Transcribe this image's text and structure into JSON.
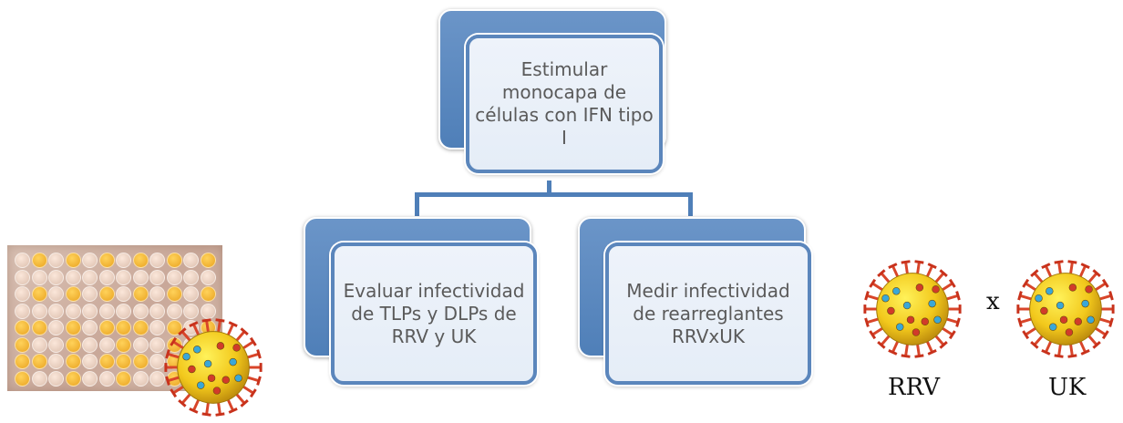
{
  "diagram": {
    "top": "Estimular monocapa de células con IFN tipo I",
    "left": "Evaluar infectividad de TLPs y DLPs de RRV y UK",
    "right": "Medir infectividad de rearreglantes RRVxUK"
  },
  "labels": {
    "virus_a": "RRV",
    "times": "x",
    "virus_b": "UK"
  },
  "colors": {
    "box_back": "#4f7fb8",
    "box_front": "#e8eff8",
    "box_border": "#5b86bc",
    "text": "#5a5a5a"
  },
  "icons": [
    "rotavirus-icon",
    "well-plate-photo"
  ]
}
